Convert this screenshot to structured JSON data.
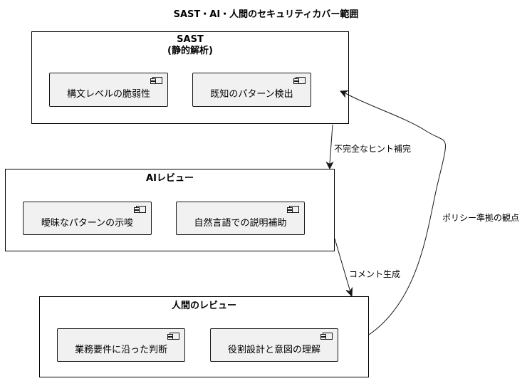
{
  "title": "SAST・AI・人間のセキュリティカバー範囲",
  "packages": {
    "sast": {
      "title_line1": "SAST",
      "title_line2": "(静的解析)",
      "components": [
        "構文レベルの脆弱性",
        "既知のパターン検出"
      ]
    },
    "ai": {
      "title": "AIレビュー",
      "components": [
        "曖昧なパターンの示唆",
        "自然言語での説明補助"
      ]
    },
    "human": {
      "title": "人間のレビュー",
      "components": [
        "業務要件に沿った判断",
        "役割設計と意図の理解"
      ]
    }
  },
  "edges": {
    "sast_to_ai": "不完全なヒント補完",
    "ai_to_human": "コメント生成",
    "human_to_sast": "ポリシー準拠の観点"
  }
}
